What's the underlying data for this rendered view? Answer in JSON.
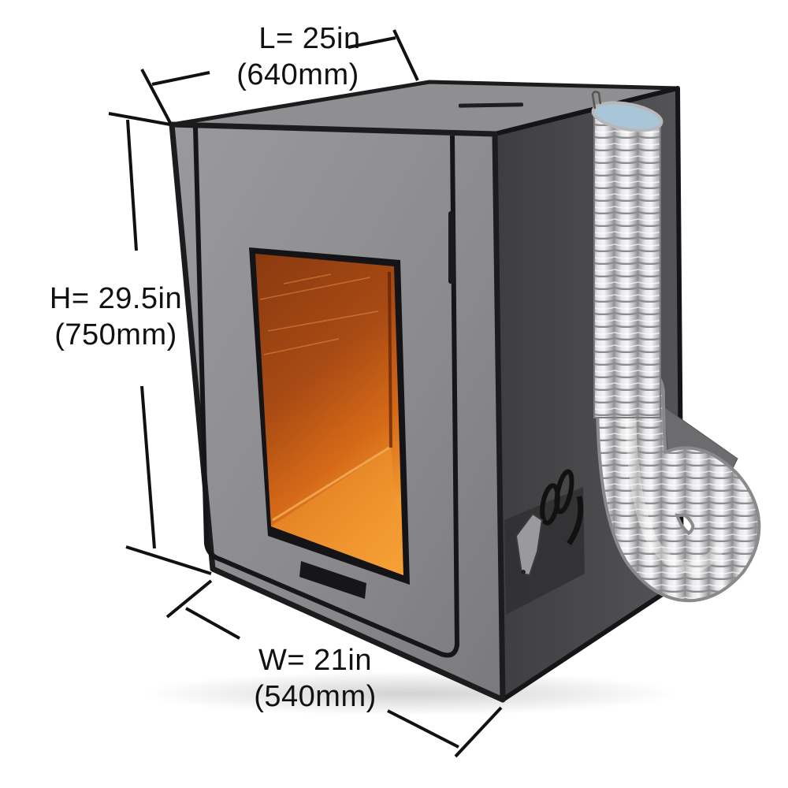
{
  "product": {
    "name": "3D printer enclosure",
    "colors": {
      "fabric_front": "#8e8e90",
      "fabric_side": "#4a4a4c",
      "trim": "#1c1c1e",
      "window_glow": "#d9731a",
      "window_dark": "#6a2a08",
      "hose": "#c9c9cb",
      "hose_inner": "#a9c6d8"
    },
    "features": [
      "front-viewing-window",
      "front-zipper-door",
      "top-handle-slot",
      "front-bottom-tab",
      "side-tool-pocket",
      "ventilation-duct-hose",
      "side-vent-flap"
    ]
  },
  "dimensions": {
    "length": {
      "label": "L= 25in",
      "metric": "(640mm)"
    },
    "height": {
      "label": "H= 29.5in",
      "metric": "(750mm)"
    },
    "width": {
      "label": "W= 21in",
      "metric": "(540mm)"
    }
  }
}
